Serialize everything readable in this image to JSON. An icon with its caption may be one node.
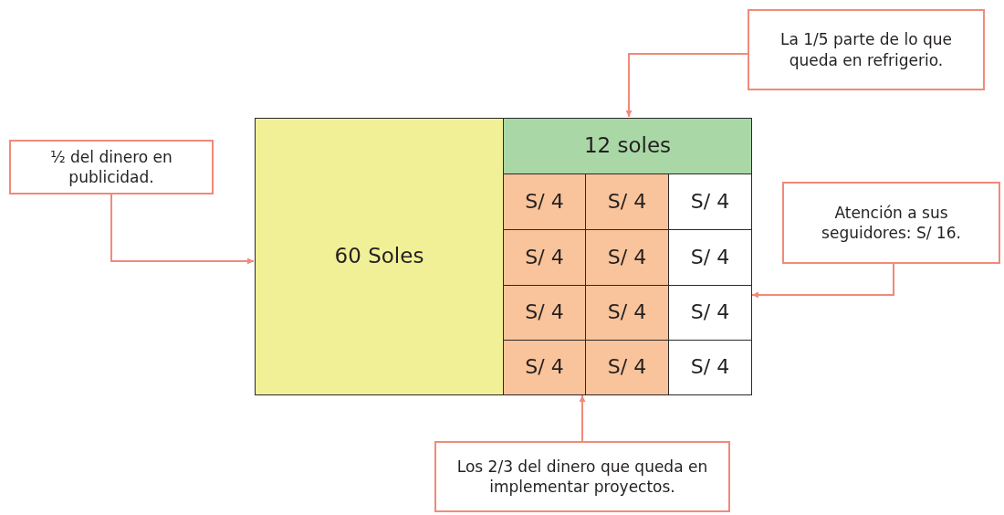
{
  "diagram": {
    "nodes": [
      {
        "text": [
          "La 1/5 parte de lo que queda en refrigerio."
        ]
      },
      {
        "text": [
          "½ del dinero en publicidad."
        ]
      },
      {
        "text": [
          "60 Soles"
        ]
      },
      {
        "text": [
          "12 soles"
        ]
      },
      {
        "text": [
          "S/ 4"
        ]
      },
      {
        "text": [
          "S/ 4"
        ]
      },
      {
        "text": [
          "S/ 4"
        ]
      },
      {
        "text": [
          "S/ 4"
        ]
      },
      {
        "text": [
          "S/ 4"
        ]
      },
      {
        "text": [
          "S/ 4"
        ]
      },
      {
        "text": [
          "S/ 4"
        ]
      },
      {
        "text": [
          "S/ 4"
        ]
      },
      {
        "text": [
          "S/ 4"
        ]
      },
      {
        "text": [
          "S/ 4"
        ]
      },
      {
        "text": [
          "S/ 4"
        ]
      },
      {
        "text": [
          "S/ 4"
        ]
      },
      {
        "text": [
          "Atención a sus seguidores: S/ 16."
        ]
      },
      {
        "text": [
          "Los 2/3 del dinero que queda en implementar proyectos."
        ]
      }
    ],
    "edges": [
      {
        "from": 0,
        "to": 3,
        "arrow": "to"
      },
      {
        "from": 1,
        "to": 2,
        "arrow": "to"
      },
      {
        "from": 16,
        "to": 12,
        "arrow": "to"
      },
      {
        "from": 17,
        "to": 13,
        "arrow": "to"
      }
    ]
  }
}
